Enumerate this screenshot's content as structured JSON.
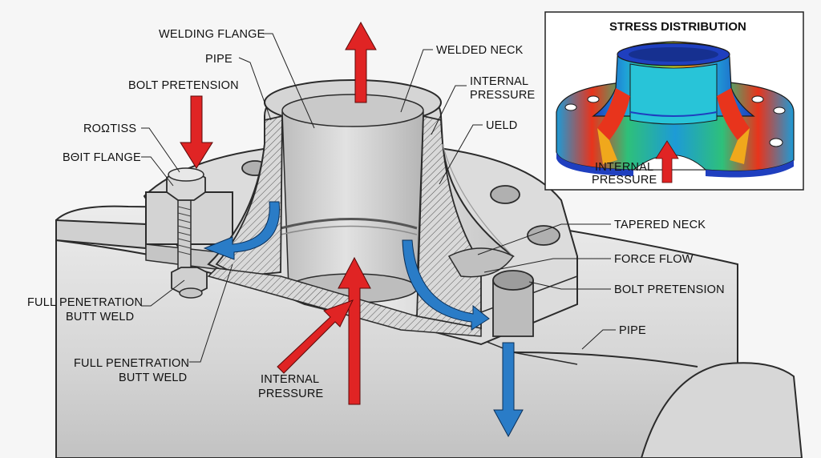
{
  "labels": {
    "welding_flange": "WELDING FLANGE",
    "pipe_top": "PIPE",
    "bolt_pretension_left": "BOLT PRETENSION",
    "rootiss": "ROΩTISS",
    "bolt_flange": "BΘIT FLANGE",
    "full_pen_1_line1": "FULL PENETRATION",
    "full_pen_1_line2": "BUTT WELD",
    "full_pen_2_line1": "FULL PENETRATION",
    "full_pen_2_line2": "BUTT WELD",
    "internal_pressure_bottom_line1": "INTERNAL",
    "internal_pressure_bottom_line2": "PRESSURE",
    "welded_neck": "WELDED NECK",
    "internal_pressure_right_line1": "INTERNAL",
    "internal_pressure_right_line2": "PRESSURE",
    "ueld": "UELD",
    "tapered_neck": "TAPERED NECK",
    "force_flow": "FORCE FLOW",
    "bolt_pretension_right": "BOLT PRETENSION",
    "pipe_right": "PIPE"
  },
  "inset": {
    "title": "STRESS DISTRIBUTION",
    "pressure_line1": "INTERNAL",
    "pressure_line2": "PRESSURE"
  },
  "colors": {
    "force_arrow": "#e02424",
    "flow_arrow": "#2a7cc7",
    "metal_light": "#e4e4e4",
    "metal_mid": "#c9c9c9",
    "metal_dark": "#a9a9a9",
    "outline": "#2b2b2b"
  }
}
